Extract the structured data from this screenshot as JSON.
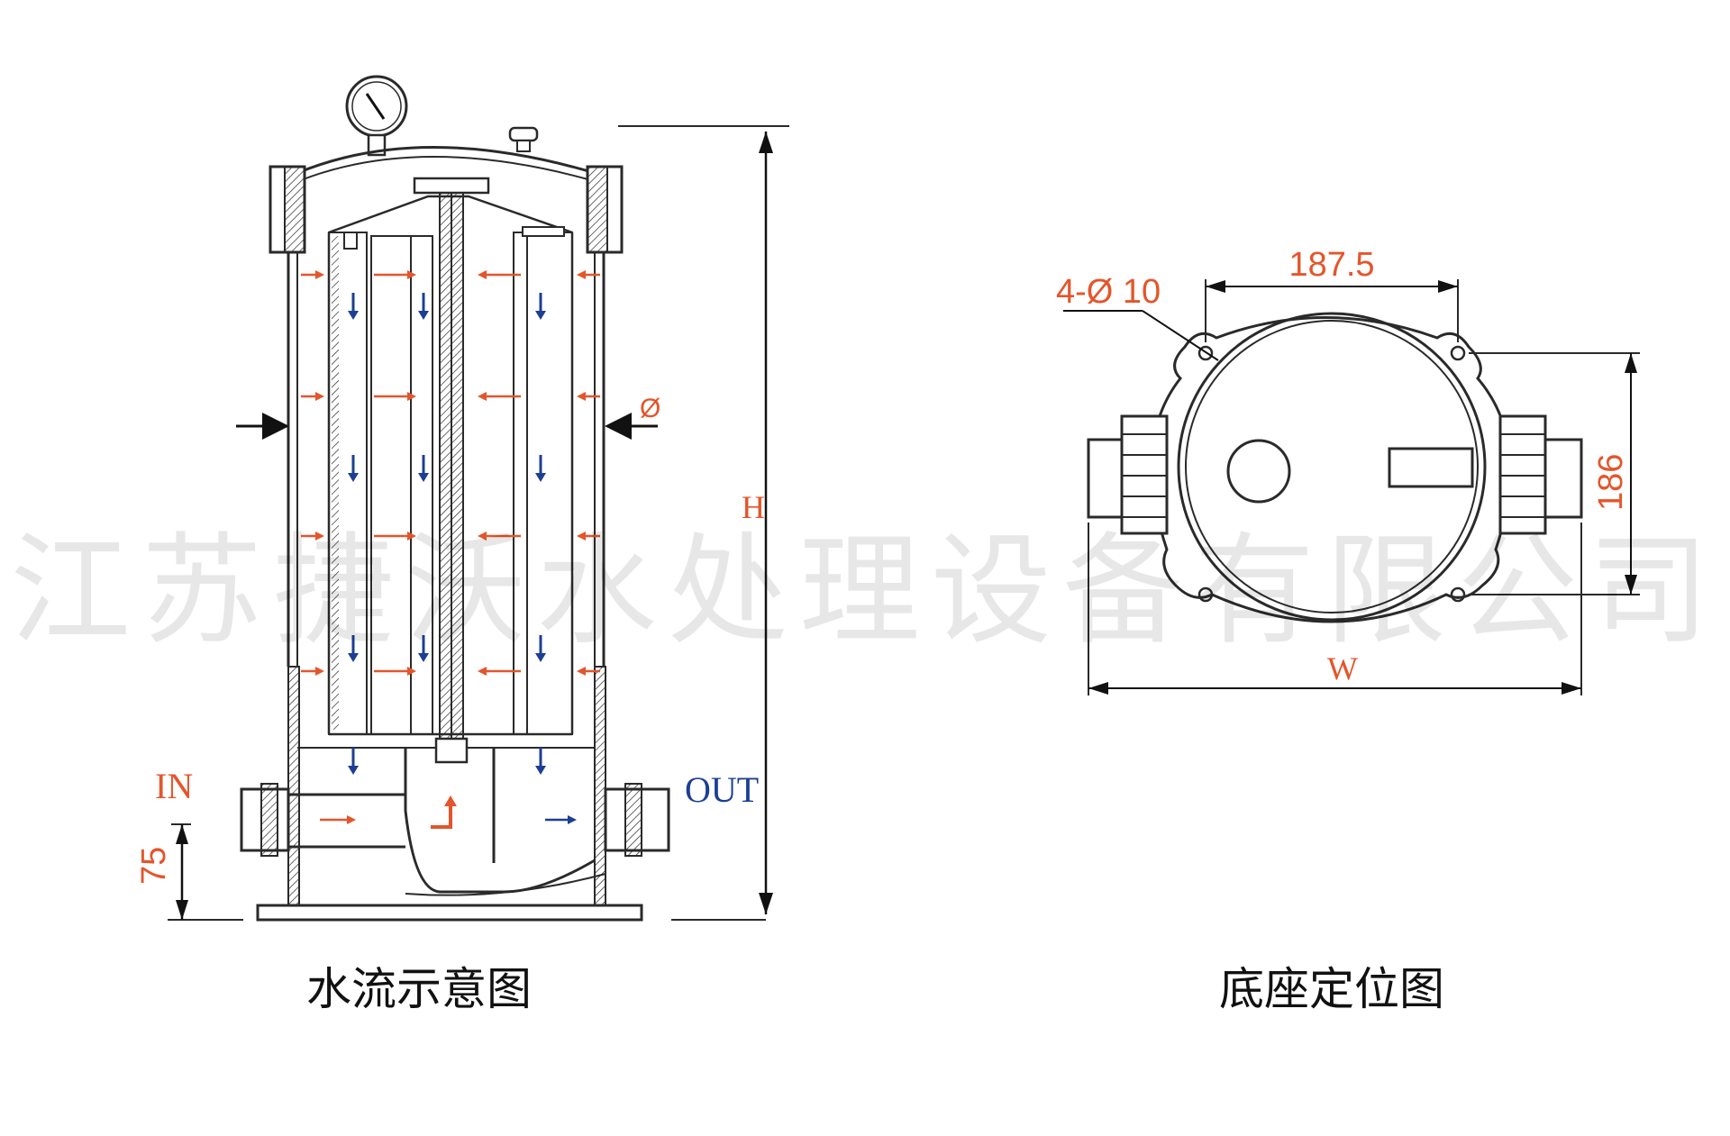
{
  "watermark": "江苏捷沃水处理设备有限公司",
  "flow_diagram": {
    "caption": "水流示意图",
    "label_in": "IN",
    "label_out": "OUT",
    "label_height": "H",
    "label_inlet_height": "75",
    "label_diameter": "Ø"
  },
  "base_diagram": {
    "caption": "底座定位图",
    "label_holes": "4-Ø 10",
    "label_hole_spacing": "187.5",
    "label_depth": "186",
    "label_width": "W"
  },
  "colors": {
    "line": "#2a2a2a",
    "inflow_arrow": "#e4552b",
    "outflow_arrow": "#1c3f94",
    "watermark": "#cfcfcf"
  }
}
